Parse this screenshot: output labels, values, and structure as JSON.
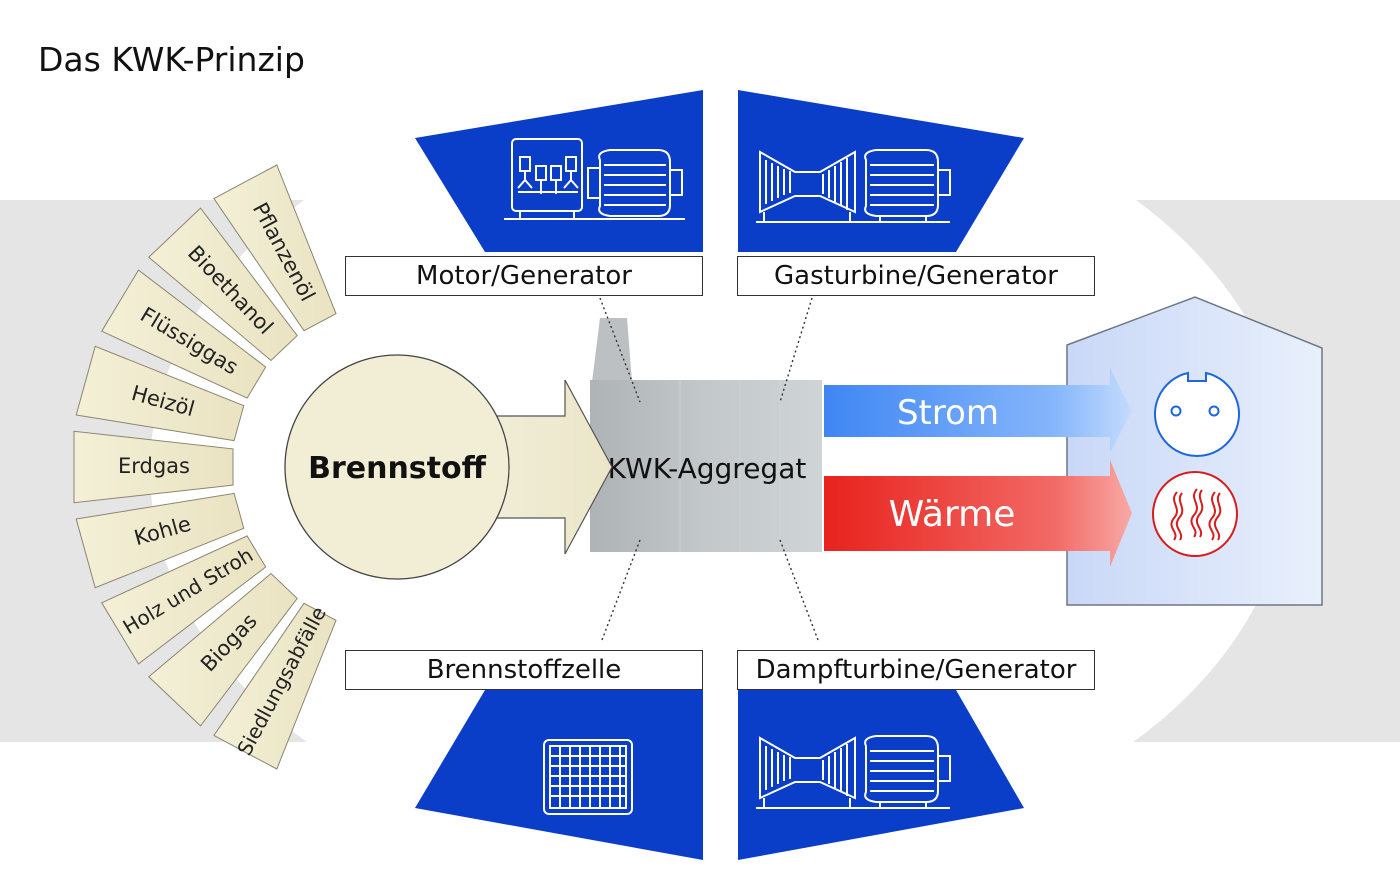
{
  "title": "Das KWK-Prinzip",
  "fuels": [
    "Pflanzenöl",
    "Bioethanol",
    "Flüssiggas",
    "Heizöl",
    "Erdgas",
    "Kohle",
    "Holz und Stroh",
    "Biogas",
    "Siedlungsabfälle"
  ],
  "center": {
    "fuel_label": "Brennstoff",
    "aggregate_label": "KWK-Aggregat"
  },
  "technologies": {
    "motor_generator": "Motor/Generator",
    "gasturbine_generator": "Gasturbine/Generator",
    "brennstoffzelle": "Brennstoffzelle",
    "dampfturbine_generator": "Dampfturbine/Generator"
  },
  "outputs": {
    "strom": "Strom",
    "waerme": "Wärme"
  },
  "icons": {
    "motor": "engine-generator-icon",
    "gasturbine": "gas-turbine-generator-icon",
    "fuelcell": "fuel-cell-grid-icon",
    "steamturbine": "steam-turbine-generator-icon",
    "socket": "power-socket-icon",
    "heat": "heat-flames-icon"
  },
  "colors": {
    "blue_panel": "#0a3ec8",
    "strom_arrow": "#4a8ef5",
    "waerme_arrow": "#e8231e",
    "fuel_beige": "#f3efd3",
    "background_band": "#e5e5e5"
  }
}
